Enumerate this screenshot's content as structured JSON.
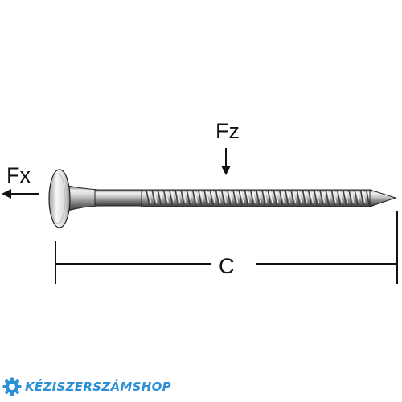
{
  "labels": {
    "fx": "Fx",
    "fz": "Fz",
    "c": "C"
  },
  "watermark": {
    "text": "KÉZISZERSZÁMSHOP",
    "icon": "gear-icon"
  },
  "colors": {
    "line": "#111111",
    "nail_light": "#e6e6e6",
    "nail_dark": "#4a4a4a",
    "watermark": "#2d8fd6"
  }
}
